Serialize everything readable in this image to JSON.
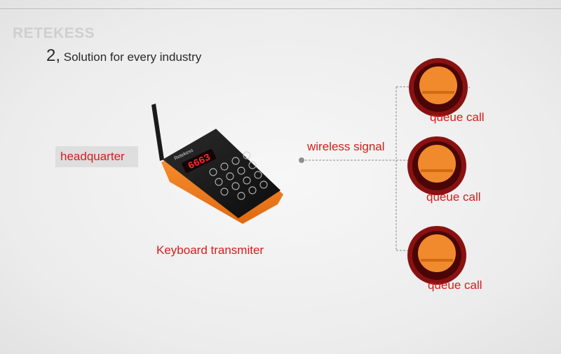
{
  "brand": {
    "logo_text": "RETEKESS"
  },
  "heading": {
    "number": "2,",
    "text": "Solution for every industry"
  },
  "labels": {
    "headquarter": "headquarter",
    "transmitter": "Keyboard transmiter",
    "wireless": "wireless signal",
    "pager_1": "queue call",
    "pager_2": "queue call",
    "pager_3": "queue call"
  },
  "device": {
    "brand": "Retekess",
    "display": "6663"
  },
  "colors": {
    "label_red": "#d81b1b",
    "device_orange": "#f07d1a",
    "device_black": "#1b1b1b",
    "led_red": "#ff2a2a",
    "pager_orange": "#f08a2c"
  },
  "icons": [
    "transmitter-device-image",
    "pager-image"
  ]
}
